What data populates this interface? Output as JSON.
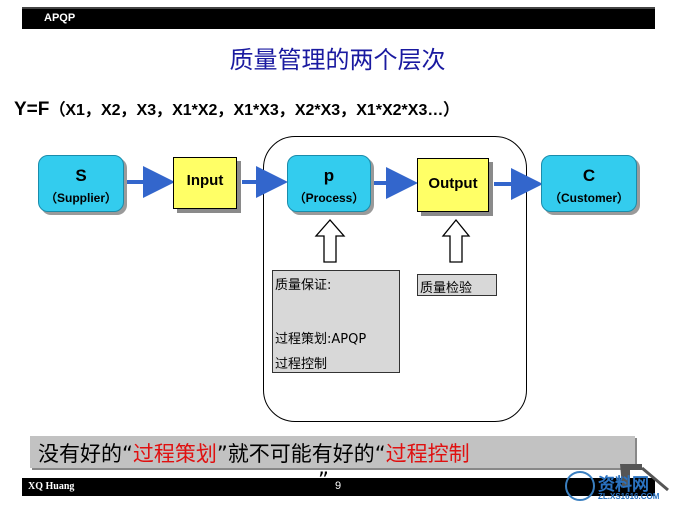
{
  "header": {
    "label": "APQP"
  },
  "title": "质量管理的两个层次",
  "formula": {
    "lhs": "Y=F",
    "args": "（X1，X2，X3，X1*X2，X1*X3，X2*X3，X1*X2*X3…）"
  },
  "nodes": {
    "supplier": {
      "letter": "S",
      "sub": "（Supplier）"
    },
    "input": {
      "label": "Input"
    },
    "process": {
      "letter": "p",
      "sub": "（Process）"
    },
    "output": {
      "label": "Output"
    },
    "customer": {
      "letter": "C",
      "sub": "（Customer）"
    }
  },
  "notes": {
    "qa": {
      "line1": "质量保证:",
      "line2": "过程策划:APQP",
      "line3": "过程控制"
    },
    "qc": {
      "line1": "质量检验"
    }
  },
  "banner": {
    "p1": "没有好的“",
    "p2": "过程策划",
    "p3": "”就不可能有好的“",
    "p4": "过程控制",
    "p5": "”"
  },
  "footer": {
    "author": "XQ Huang",
    "page": "9"
  },
  "watermark": {
    "text1": "资料网",
    "text2": "ZL.XS1616.COM"
  },
  "colors": {
    "node_cyan": "#33ccee",
    "node_yellow": "#ffff66",
    "arrow_blue": "#3366cc",
    "title_blue": "#1a1aa0",
    "emphasis_red": "#e01010"
  }
}
